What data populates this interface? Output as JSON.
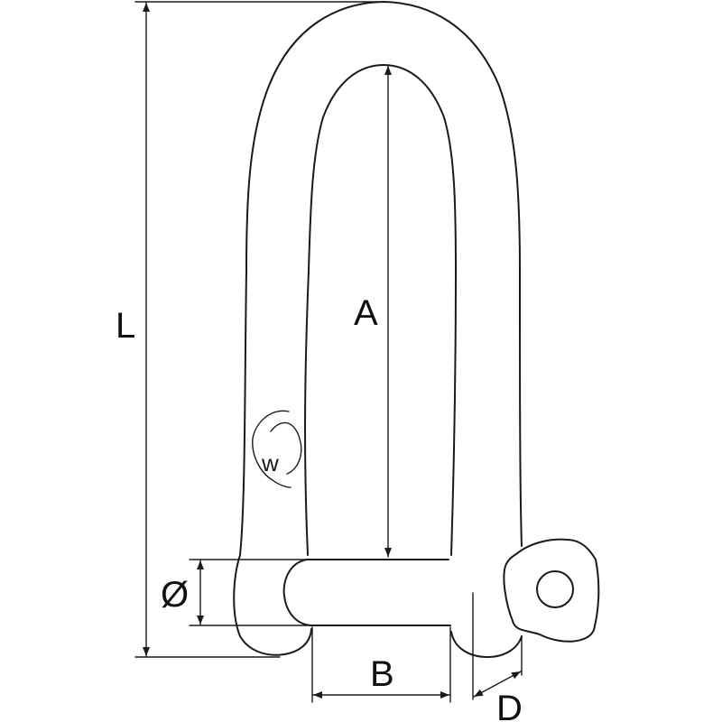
{
  "labels": {
    "length": "L",
    "inner_length": "A",
    "pin_diameter": "Ø",
    "inner_width": "B",
    "body_diameter": "D"
  },
  "logo": {
    "letter": "w"
  },
  "colors": {
    "line": "#1a1a1a",
    "background": "#ffffff"
  }
}
